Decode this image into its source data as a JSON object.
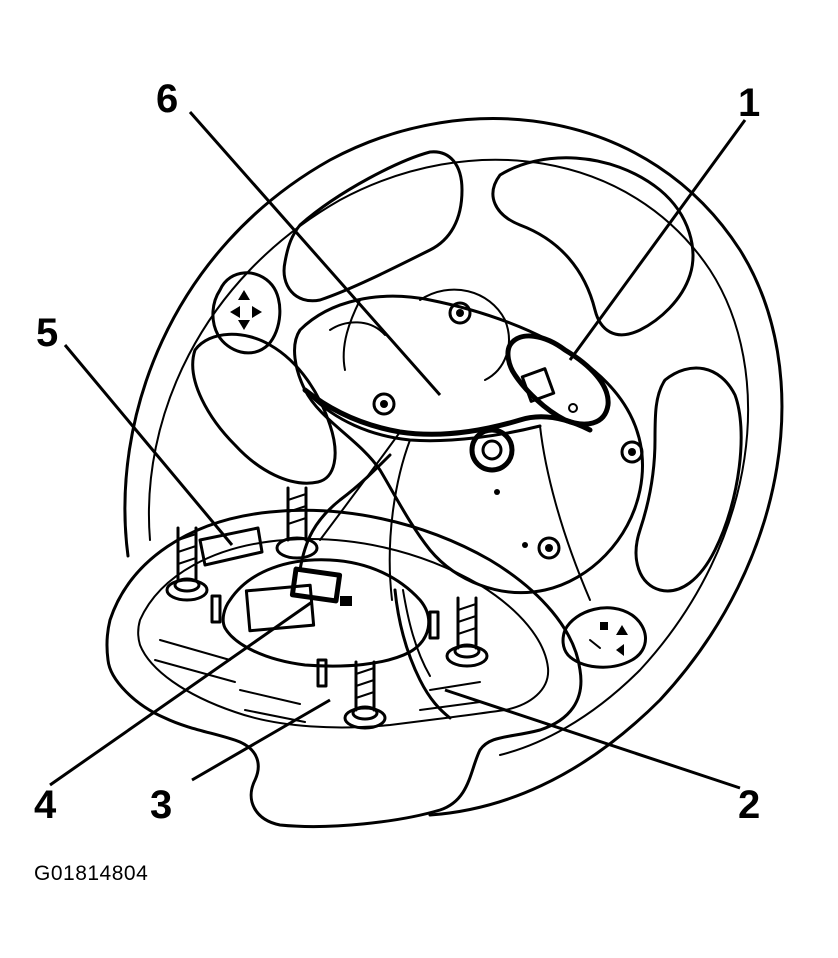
{
  "figure_id": "G01814804",
  "callouts": [
    {
      "label": "1"
    },
    {
      "label": "2"
    },
    {
      "label": "3"
    },
    {
      "label": "4"
    },
    {
      "label": "5"
    },
    {
      "label": "6"
    }
  ]
}
